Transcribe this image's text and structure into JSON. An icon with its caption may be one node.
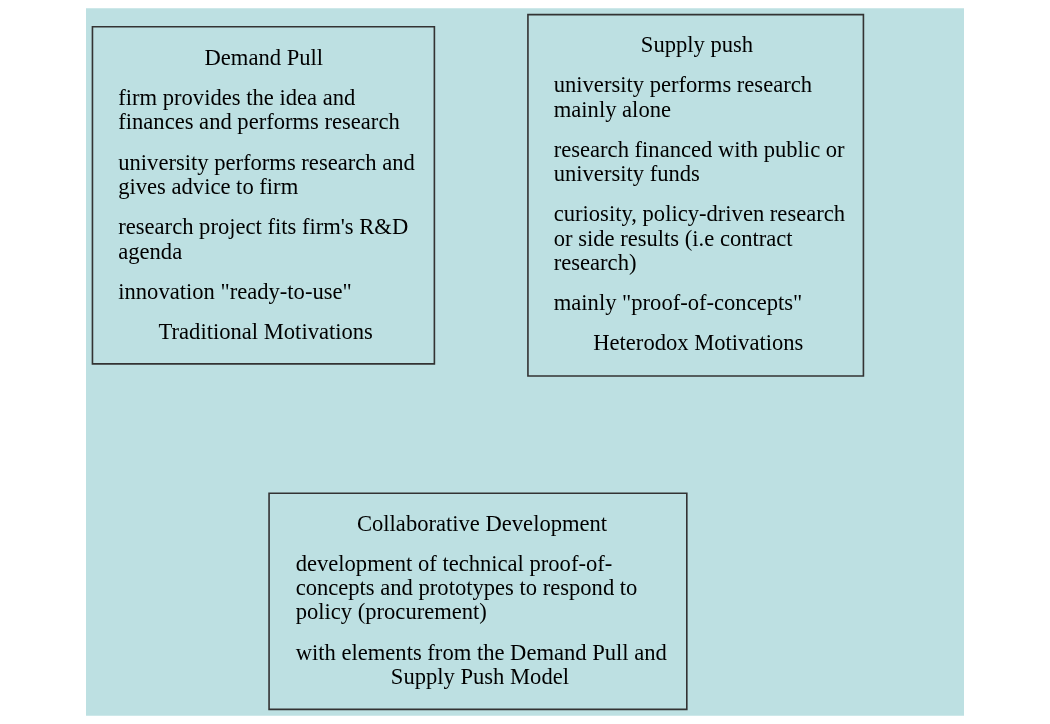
{
  "diagram": {
    "nodes": [
      {
        "text": [
          "Demand Pull",
          "firm provides the idea and finances and performs research",
          "university performs research and gives advice to firm",
          "research project fits firm's R&D agenda",
          "innovation \"ready-to-use\"",
          "Traditional Motivations"
        ]
      },
      {
        "text": [
          "Supply push",
          "university performs research mainly alone",
          "research financed with public or university funds",
          "curiosity, policy-driven research or side results (i.e contract research)",
          "mainly \"proof-of-concepts\"",
          "Heterodox Motivations"
        ]
      },
      {
        "text": [
          "Collaborative Development",
          "development of technical proof-of-concepts and prototypes to respond to policy (procurement)",
          "with elements from the Demand Pull and Supply Push Model"
        ]
      }
    ]
  }
}
